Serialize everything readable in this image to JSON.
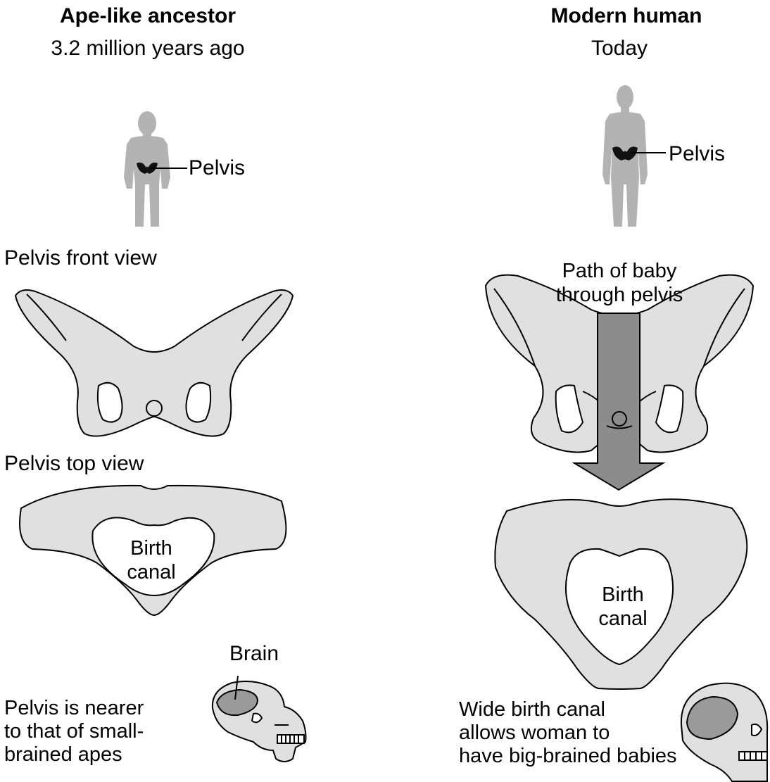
{
  "left": {
    "title": "Ape-like ancestor",
    "subtitle": "3.2 million years ago",
    "pelvis_label": "Pelvis",
    "front_view_label": "Pelvis front view",
    "top_view_label": "Pelvis top view",
    "birth_canal_label": "Birth\ncanal",
    "brain_label": "Brain",
    "caption": "Pelvis is nearer\nto that of small-\nbrained apes"
  },
  "right": {
    "title": "Modern human",
    "subtitle": "Today",
    "pelvis_label": "Pelvis",
    "path_label": "Path of baby\nthrough pelvis",
    "birth_canal_label": "Birth\ncanal",
    "caption": "Wide birth canal\nallows woman to\nhave big-brained babies"
  },
  "colors": {
    "silhouette": "#b3b3b3",
    "bone_fill": "#e0e0e0",
    "arrow_fill": "#8c8c8c",
    "brain_fill": "#9a9a9a",
    "outline": "#000000"
  }
}
